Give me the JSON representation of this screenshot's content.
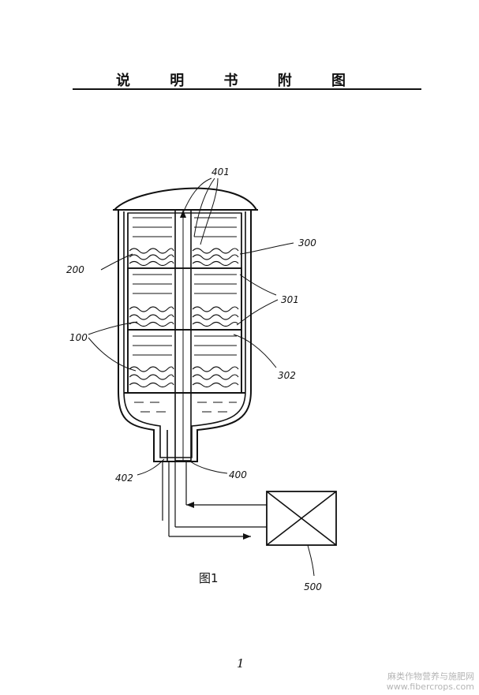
{
  "header": {
    "title": "说 明 书 附 图"
  },
  "figure": {
    "caption": "图1",
    "labels": {
      "l401": "401",
      "l300": "300",
      "l200": "200",
      "l301": "301",
      "l100": "100",
      "l302": "302",
      "l402": "402",
      "l400": "400",
      "l500": "500"
    }
  },
  "page_number": "1",
  "watermark": {
    "line1": "麻类作物营养与施肥网",
    "line2": "www.fibercrops.com"
  }
}
